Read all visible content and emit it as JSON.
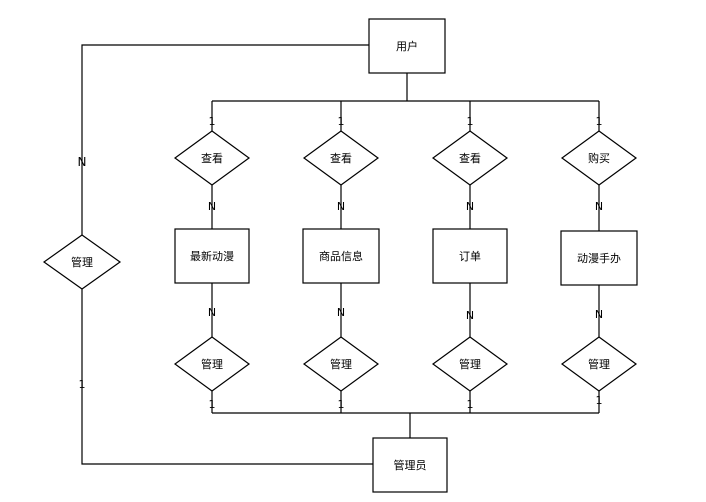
{
  "entities": {
    "user": "用户",
    "admin": "管理员",
    "latest_anime": "最新动漫",
    "product_info": "商品信息",
    "order": "订单",
    "figure": "动漫手办"
  },
  "relationships": {
    "manage_left": "管理",
    "view_anime": "查看",
    "view_product": "查看",
    "view_order": "查看",
    "buy": "购买",
    "manage_anime": "管理",
    "manage_product": "管理",
    "manage_order": "管理",
    "manage_figure": "管理"
  },
  "cardinalities": {
    "left_n": "N",
    "left_1": "1",
    "top_1": "1",
    "mid_n": "N",
    "low_n": "N",
    "bottom_1": "1"
  }
}
